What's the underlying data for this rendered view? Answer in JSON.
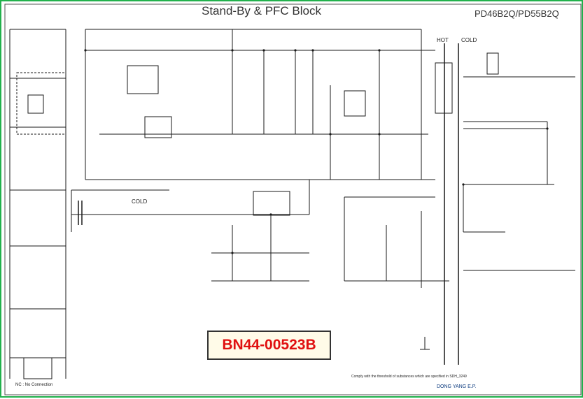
{
  "title": "Stand-By & PFC Block",
  "models": "PD46B2Q/PD55B2Q",
  "part_number": "BN44-00523B",
  "labels": {
    "hot": "HOT",
    "cold": "COLD",
    "mid_cold": "COLD",
    "legend_note": "NC : No Connection",
    "compliance": "Comply with the threshold of substances which are specified in SDH_3249"
  },
  "company": "DONG YANG E.P."
}
